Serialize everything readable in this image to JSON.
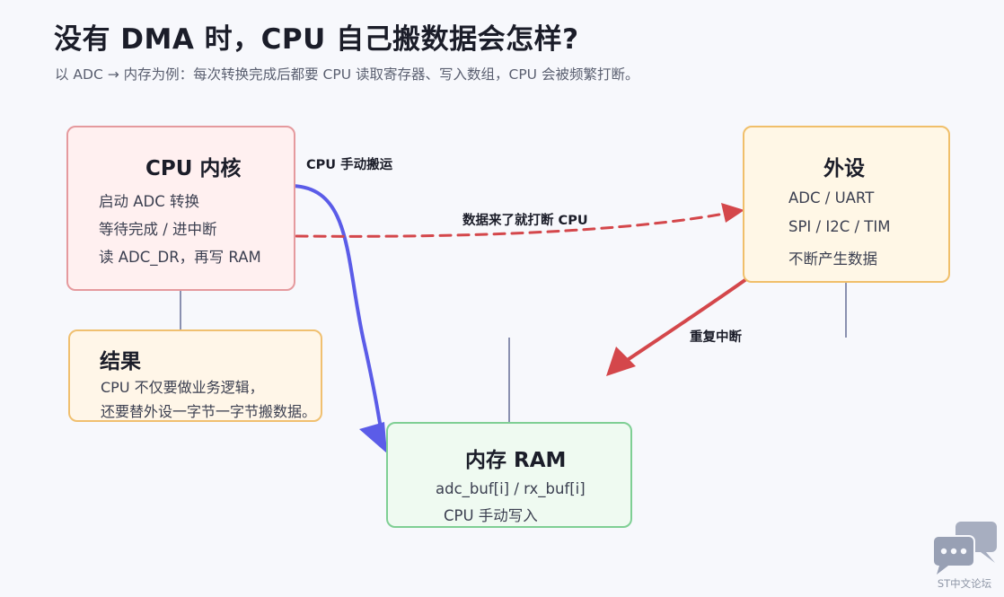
{
  "title": "没有 DMA 时，CPU 自己搬数据会怎样?",
  "subtitle": "以 ADC → 内存为例：每次转换完成后都要 CPU 读取寄存器、写入数组，CPU 会被频繁打断。",
  "cpu_box": {
    "title": "CPU 内核",
    "lines": [
      "启动 ADC 转换",
      "等待完成 / 进中断",
      "读 ADC_DR，再写 RAM"
    ]
  },
  "peripheral_box": {
    "title": "外设",
    "lines": [
      "ADC / UART",
      "SPI / I2C / TIM",
      "不断产生数据"
    ]
  },
  "result_box": {
    "title": "结果",
    "lines": [
      "CPU 不仅要做业务逻辑，",
      "还要替外设一字节一字节搬数据。"
    ]
  },
  "ram_box": {
    "title": "内存 RAM",
    "lines": [
      "adc_buf[i] / rx_buf[i]",
      "CPU 手动写入"
    ]
  },
  "edges": {
    "cpu_to_ram": "CPU 手动搬运",
    "cpu_to_periph": "数据来了就打断 CPU",
    "periph_to_ram": "重复中断"
  },
  "colors": {
    "blue_arrow": "#5b5ce8",
    "red_arrow": "#d4474b",
    "connector": "#8a90b0"
  },
  "watermark": {
    "icon": "chat-bubbles-icon",
    "text": "ST中文论坛"
  }
}
